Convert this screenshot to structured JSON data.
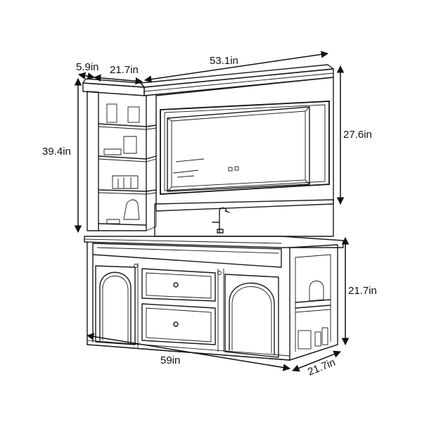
{
  "dimensions": {
    "cabinet_depth_top": "5.9in",
    "side_cabinet_width": "21.7in",
    "mirror_width": "53.1in",
    "total_height": "39.4in",
    "mirror_height": "27.6in",
    "vanity_height": "21.7in",
    "vanity_width": "59in",
    "vanity_depth": "21.7in"
  },
  "colors": {
    "line": "#1a1a1a",
    "background": "#ffffff"
  }
}
